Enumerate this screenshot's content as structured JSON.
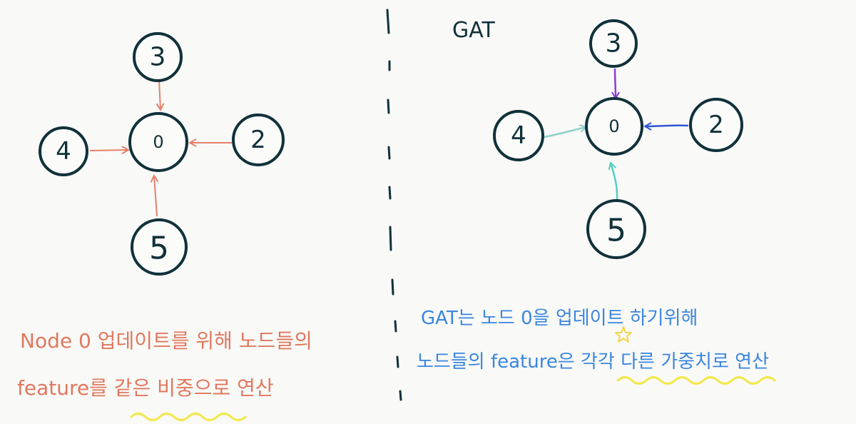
{
  "left_panel": {
    "nodes": [
      "3",
      "4",
      "0",
      "2",
      "5"
    ],
    "caption_line1": "Node 0 업데이트를 위해 노드들의",
    "caption_line2_prefix": "feature를 ",
    "caption_line2_emphasis": "같은 비중으로",
    "caption_line2_suffix": " 연산"
  },
  "right_panel": {
    "title": "GAT",
    "nodes": [
      "3",
      "4",
      "0",
      "2",
      "5"
    ],
    "caption_line1": "GAT는 노드 0을 업데이트 하기위해",
    "caption_line2_prefix": "노드들의 feature은 ",
    "caption_line2_emphasis": "각각 다른 가중치로",
    "caption_line2_suffix": " 연산"
  },
  "colors": {
    "ink": "#10313a",
    "left_arrow": "#e6806a",
    "left_text": "#e0785f",
    "right_text": "#3a86df",
    "highlight": "#f2e84a",
    "arrow_from_3": "#8a3ed1",
    "arrow_from_2": "#2f55d4",
    "arrow_from_4": "#8fd1cb",
    "arrow_from_5": "#4fd1c0",
    "star": "#f2d64a"
  }
}
